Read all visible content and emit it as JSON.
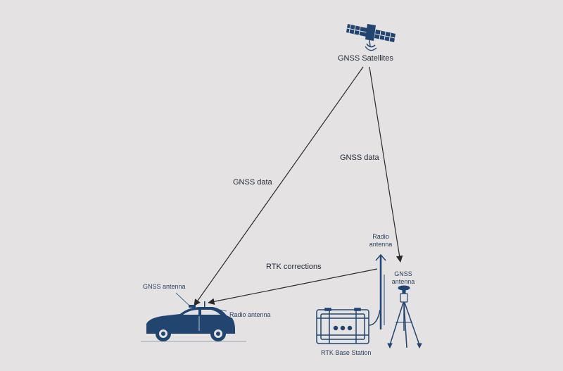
{
  "labels": {
    "satellites": "GNSS Satellites",
    "gnss_data_car": "GNSS data",
    "gnss_data_base": "GNSS data",
    "rtk_corrections": "RTK corrections",
    "car_gnss_antenna": "GNSS antenna",
    "car_radio_antenna": "Radio antenna",
    "base_radio_antenna_line1": "Radio",
    "base_radio_antenna_line2": "antenna",
    "base_gnss_antenna_line1": "GNSS",
    "base_gnss_antenna_line2": "antenna",
    "base_station": "RTK Base Station"
  },
  "colors": {
    "background": "#e4e2e3",
    "navy": "#21456f",
    "arrow": "#2a2a2a",
    "label": "#2b3f5c"
  },
  "icons": [
    "satellite-icon",
    "car-icon",
    "base-station-icon",
    "tripod-antenna-icon",
    "radio-mast-icon"
  ]
}
